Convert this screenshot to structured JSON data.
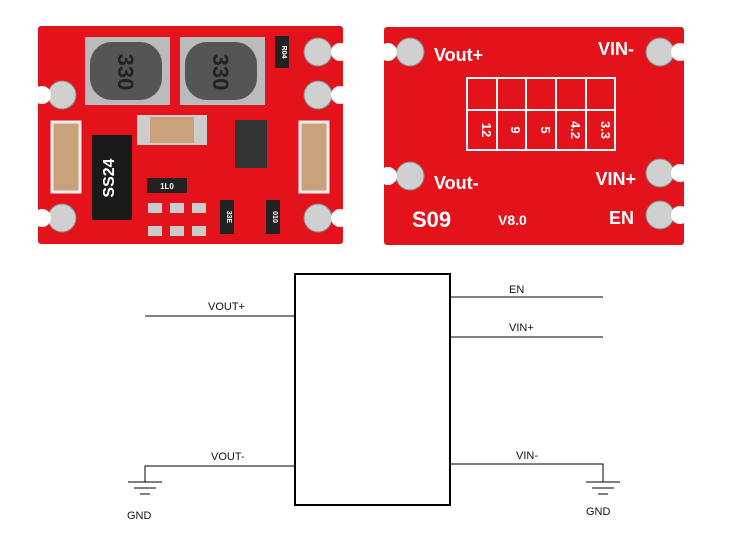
{
  "front_board": {
    "inductor1": "330",
    "inductor2": "330",
    "diode": "SS24",
    "resistor1": "1L0",
    "resistor2": "R04",
    "resistor3": "33E",
    "resistor4": "010"
  },
  "back_board": {
    "vout_plus": "Vout+",
    "vout_minus": "Vout-",
    "vin_minus": "VIN-",
    "vin_plus": "VIN+",
    "en": "EN",
    "model": "S09",
    "version": "V8.0",
    "voltage_options": [
      "12",
      "9",
      "5",
      "4.2",
      "3.3"
    ]
  },
  "diagram": {
    "vout_plus": "VOUT+",
    "vout_minus": "VOUT-",
    "en": "EN",
    "vin_plus": "VIN+",
    "vin_minus": "VIN-",
    "gnd_left": "GND",
    "gnd_right": "GND"
  },
  "colors": {
    "pcb": "#e3121b",
    "pad": "#c9c9c9"
  }
}
